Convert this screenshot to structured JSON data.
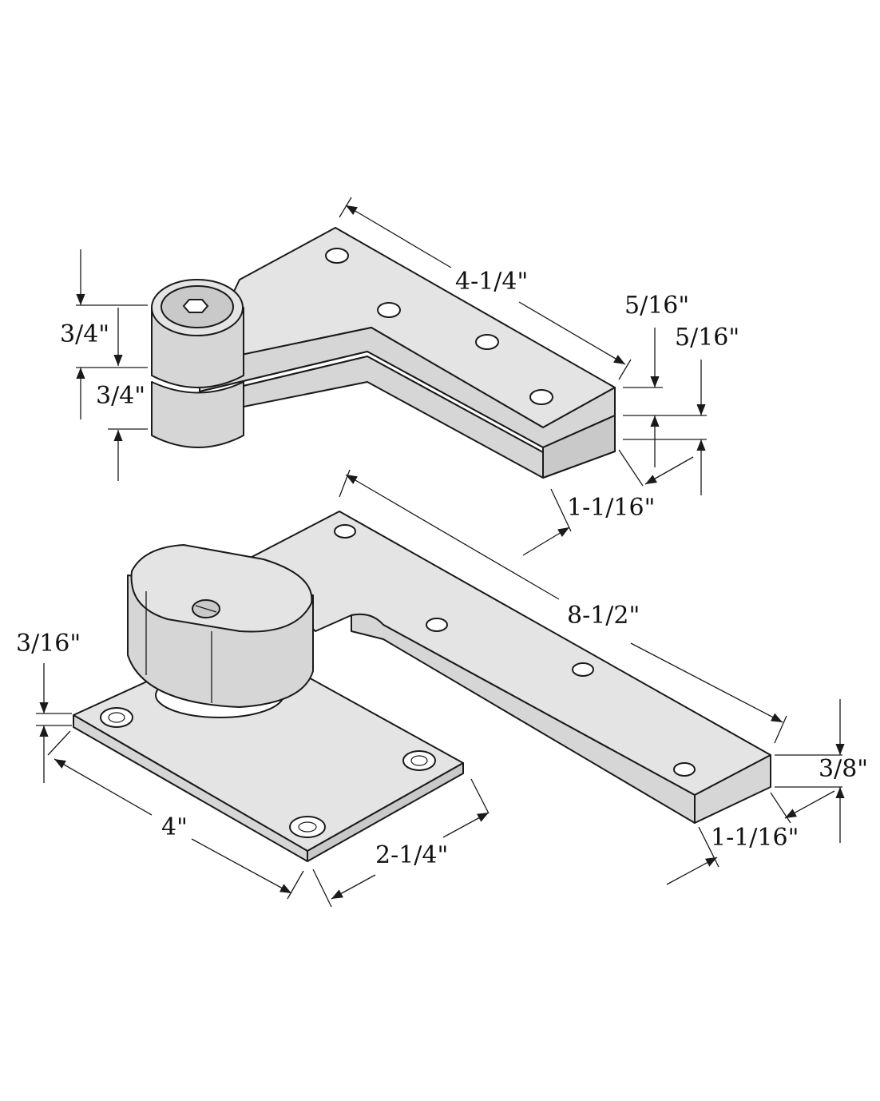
{
  "dimensions": {
    "top_arm_length": "4-1/4\"",
    "top_knuckle_upper": "3/4\"",
    "top_knuckle_lower": "3/4\"",
    "top_leaf_thickness_upper": "5/16\"",
    "top_leaf_thickness_lower": "5/16\"",
    "top_arm_width": "1-1/16\"",
    "bottom_arm_length": "8-1/2\"",
    "bottom_plate_thickness": "3/16\"",
    "bottom_plate_length": "4\"",
    "bottom_plate_width": "2-1/4\"",
    "bottom_arm_thickness": "3/8\"",
    "bottom_arm_width": "1-1/16\""
  }
}
